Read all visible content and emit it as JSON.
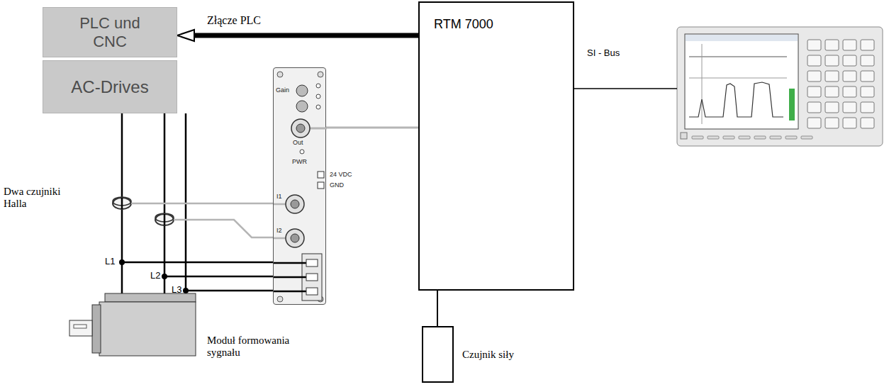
{
  "diagram": {
    "nodes": [
      {
        "text": [
          "PLC und CNC"
        ]
      },
      {
        "text": [
          "AC-Drives"
        ]
      },
      {
        "text": [
          "RTM 7000"
        ]
      },
      {
        "text": [
          "Gain",
          "Out",
          "PWR",
          "24 VDC",
          "GND",
          "I1",
          "I2"
        ]
      },
      {
        "text": [
          "Czujnik siły"
        ]
      }
    ],
    "edges": [
      {
        "from": 2,
        "to": 0,
        "arrow": "to",
        "label": "Złącze PLC"
      },
      {
        "from": 3,
        "to": 2,
        "arrow": "none"
      },
      {
        "from": 4,
        "to": 2,
        "arrow": "none"
      }
    ],
    "labels": [
      "Dwa czujniki Halla",
      "L1",
      "L2",
      "L3",
      "Moduł formowania sygnału",
      "SI - Bus"
    ]
  }
}
